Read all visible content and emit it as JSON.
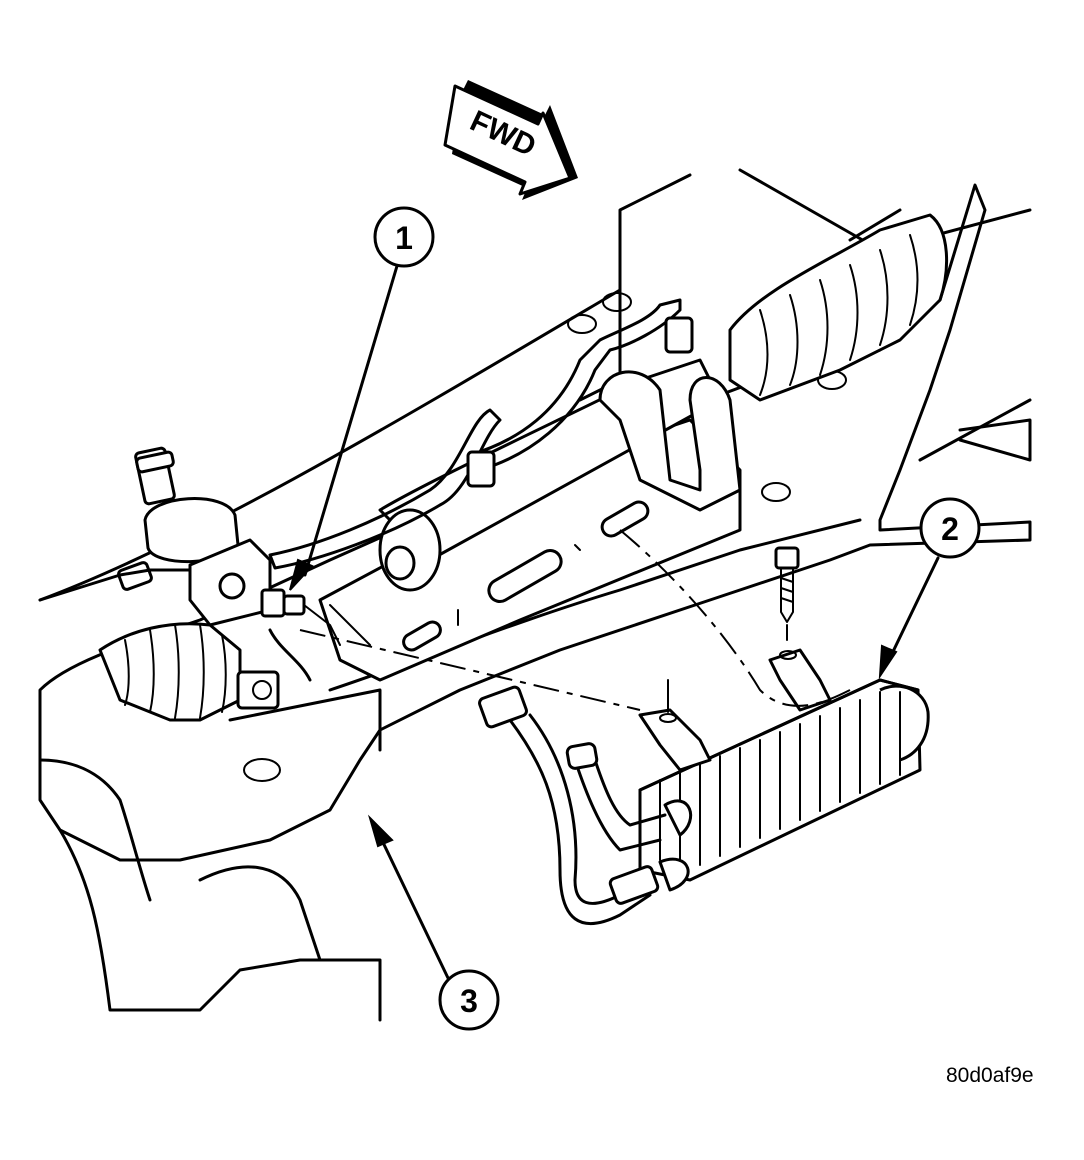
{
  "direction_label": "FWD",
  "callouts": [
    {
      "id": "1",
      "label": "1"
    },
    {
      "id": "2",
      "label": "2"
    },
    {
      "id": "3",
      "label": "3"
    }
  ],
  "reference_code": "80d0af9e"
}
